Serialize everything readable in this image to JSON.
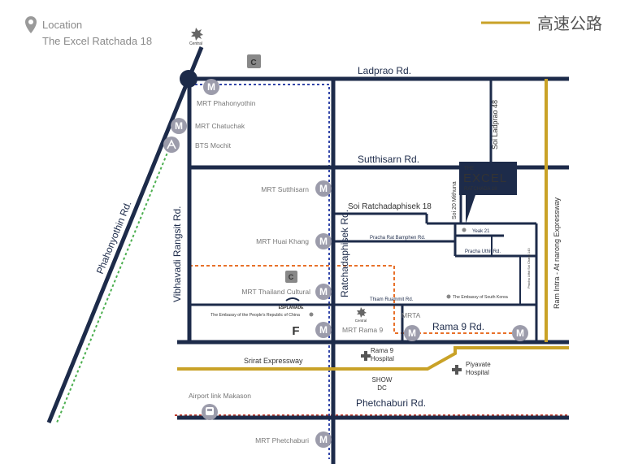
{
  "header": {
    "location_label": "Location",
    "location_name": "The Excel Ratchada 18"
  },
  "legend": {
    "label": "高速公路",
    "color": "#c9a227"
  },
  "colors": {
    "road": "#1d2b4a",
    "expressway": "#c9a227",
    "mrt_icon": "#9c9cab",
    "bts_line": "#4caf50",
    "orange_route": "#e8712a",
    "blue_route": "#3346a8",
    "airport_link": "#c0392b"
  },
  "roads": {
    "ladprao": "Ladprao Rd.",
    "sutthisarn": "Sutthisarn Rd.",
    "soi_ratchadaphisek_18": "Soi Ratchadaphisek 18",
    "pracha_rat_bamphen": "Pracha Rat Bamphen Rd.",
    "pracha_uthit": "Pracha Uthit Rd.",
    "thiam_ruammit": "Thiam Ruammit Rd.",
    "rama9": "Rama 9 Rd.",
    "phetchaburi": "Phetchaburi Rd.",
    "sirat_expressway": "Srirat Expressway",
    "phahonyothin": "Phahonyothin Rd.",
    "vibhavadi": "Vibhavadi Rangsit Rd.",
    "ratchadaphisek": "Ratchadaphisek Rd.",
    "soi_ladprao_48": "Soi Ladprao 48",
    "soi_20_mithuna": "Soi 20 Mithuna",
    "ram_intra": "Ram Intra - At narong Expressway",
    "yeak_21": "Yeak 21",
    "pracha_uthit_soi": "Pracha Uthit Soi Chang 143"
  },
  "stations": {
    "phahonyothin": "MRT Phahonyothin",
    "chatuchak": "MRT Chatuchak",
    "mochit": "BTS Mochit",
    "sutthisarn": "MRT Sutthisarn",
    "huai_khwang": "MRT Huai Khang",
    "thailand_cultural": "MRT Thailand Cultural",
    "rama9": "MRT Rama 9",
    "mrta": "MRTA",
    "airport_makason": "Airport link Makason",
    "phetchaburi": "MRT Phetchaburi"
  },
  "landmarks": {
    "china_embassy": "The Embassy of the People's Republic of China",
    "korea_embassy": "The Embassy of South Korea",
    "esplanade": "ESPLANADE",
    "central": "Central",
    "rama9_hospital_1": "Rama 9",
    "rama9_hospital_2": "Hospital",
    "piyavate_1": "Piyavate",
    "piyavate_2": "Hospital",
    "show_dc_1": "SHOW",
    "show_dc_2": "DC",
    "fortune": "F"
  },
  "property": {
    "the": "THE",
    "name": "EXCEL",
    "sub": "RATCHADA 18"
  },
  "icons": {
    "mrt_letter": "M",
    "location_pin": "location-pin-icon",
    "hospital": "hospital-cross-icon",
    "mall": "mall-icon",
    "train": "train-icon",
    "bts": "bts-icon"
  }
}
